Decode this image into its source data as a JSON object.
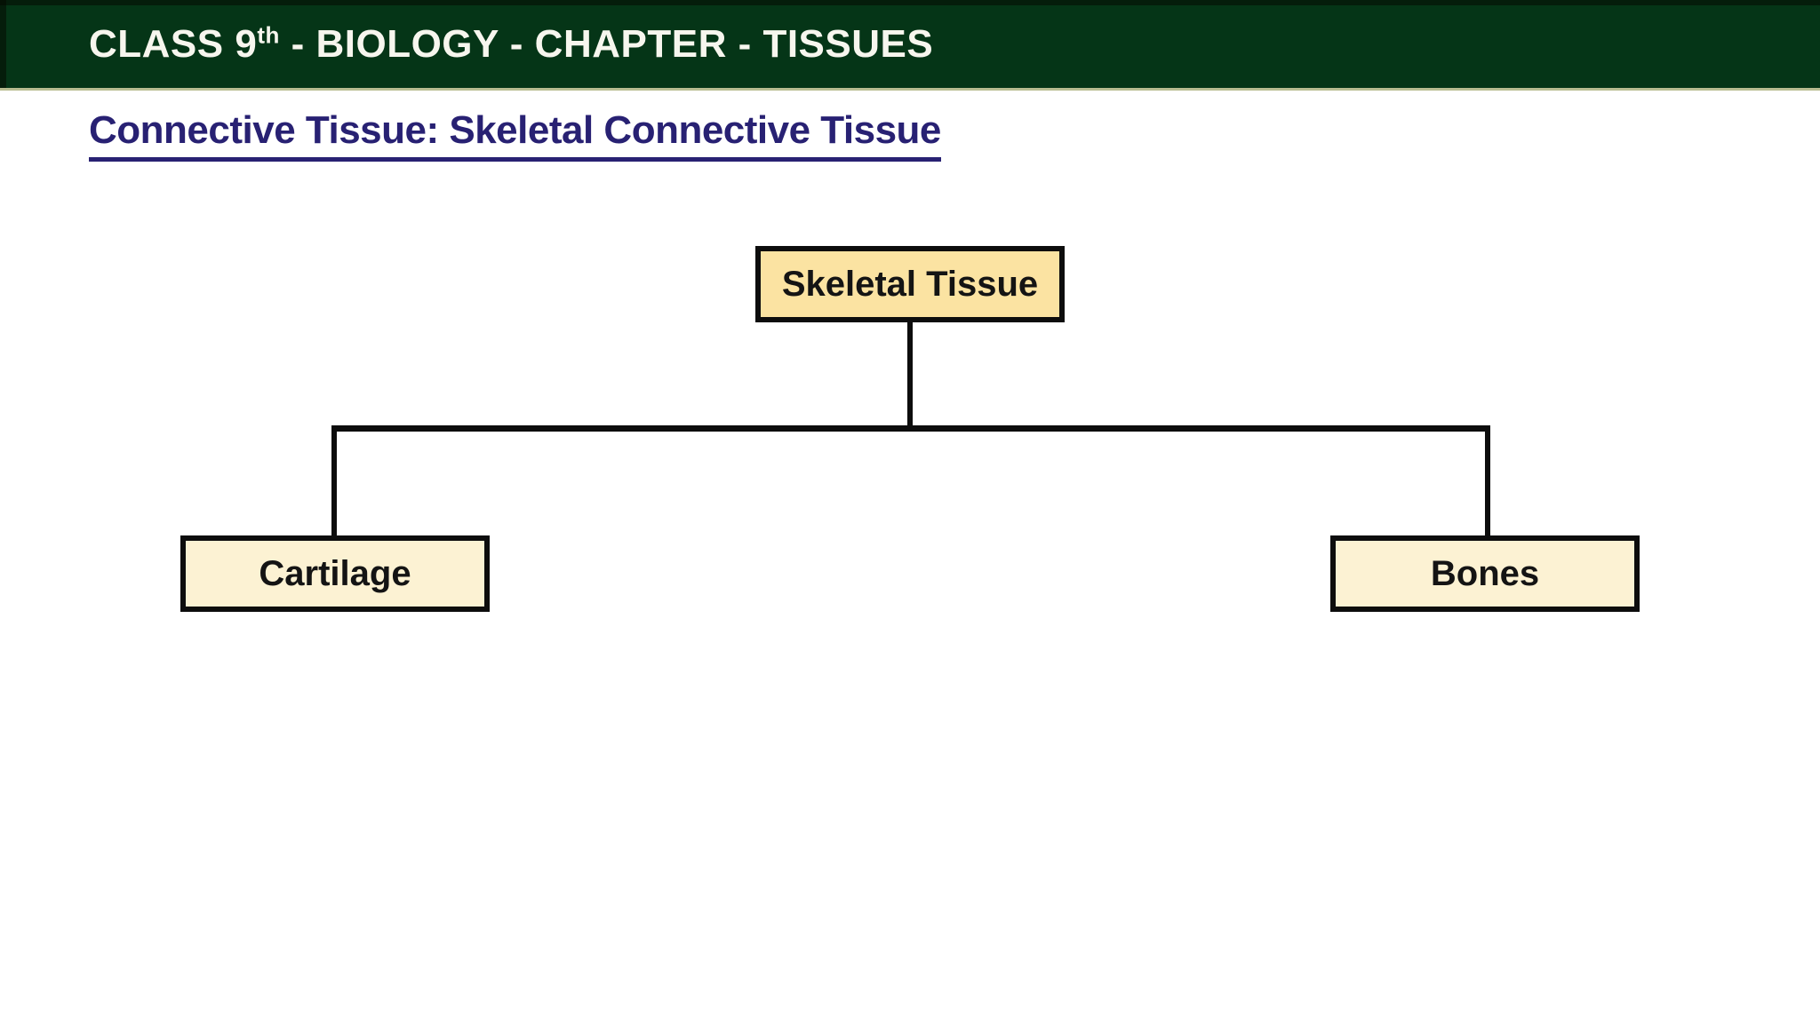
{
  "header": {
    "title_prefix": "CLASS 9",
    "title_superscript": "th",
    "title_suffix": " - BIOLOGY - CHAPTER - TISSUES",
    "background_color": "#053517",
    "text_color": "#f7f6ee",
    "bottom_edge_color": "#b9bd92"
  },
  "heading": {
    "text": "Connective Tissue: Skeletal Connective Tissue",
    "color": "#282173"
  },
  "diagram": {
    "type": "tree",
    "line_color": "#0d0d0d",
    "root": {
      "label": "Skeletal Tissue",
      "fill": "#fbe3a2",
      "border_color": "#0d0d0d"
    },
    "children": [
      {
        "label": "Cartilage",
        "fill": "#fcf2d3",
        "border_color": "#0d0d0d"
      },
      {
        "label": "Bones",
        "fill": "#fcf2d3",
        "border_color": "#0d0d0d"
      }
    ]
  }
}
